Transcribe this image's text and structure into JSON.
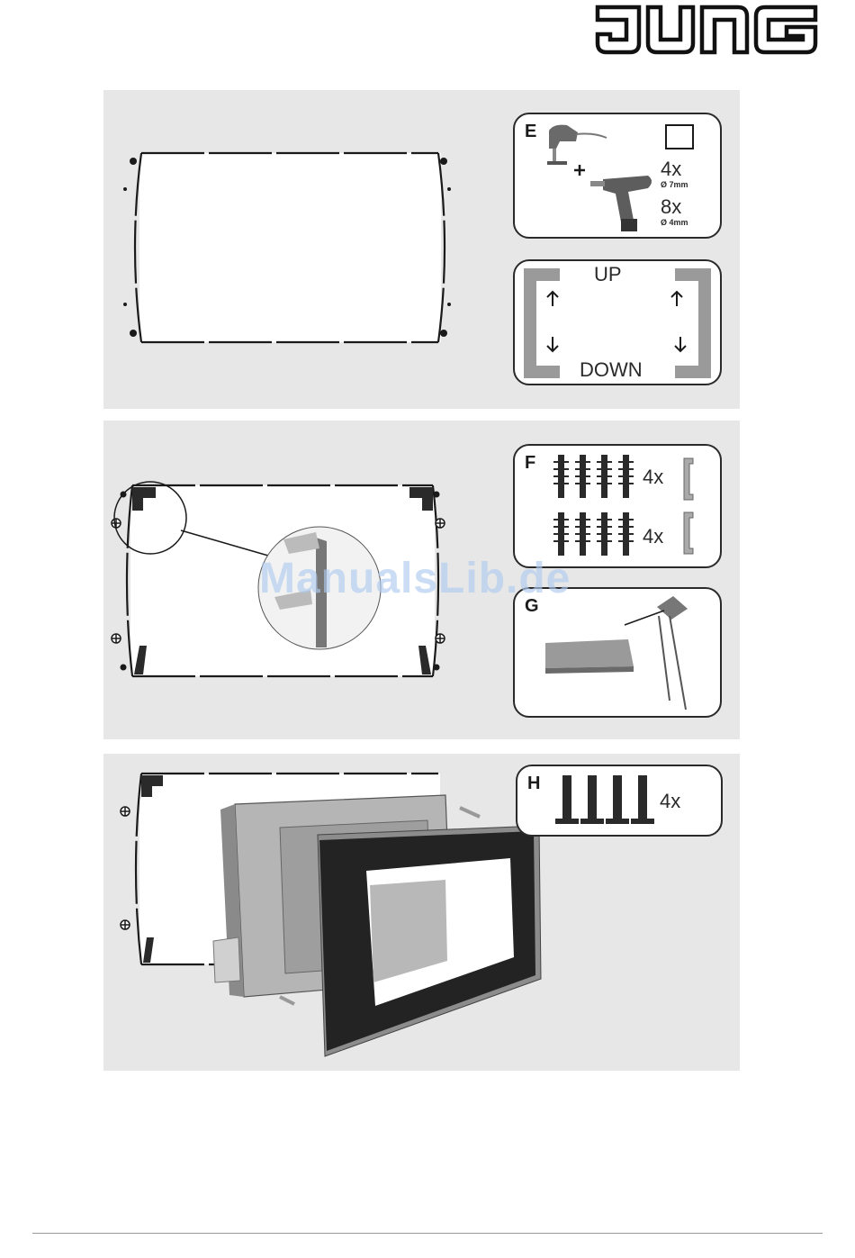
{
  "brand": {
    "logo_text": "JUNG"
  },
  "step_e": {
    "letter": "E",
    "drill_small_count": "4x",
    "drill_small_size": "Ø 7mm",
    "drill_large_count": "8x",
    "drill_large_size": "Ø 4mm",
    "orient_up": "UP",
    "orient_down": "DOWN"
  },
  "step_f": {
    "letter": "F",
    "row1_count": "4x",
    "row2_count": "4x"
  },
  "step_g": {
    "letter": "G"
  },
  "step_h": {
    "letter": "H",
    "count": "4x"
  },
  "watermark": "ManualsLib.de",
  "colors": {
    "panel_bg": "#e7e7e7",
    "line": "#1a1a1a",
    "frame_gray": "#9a9a9a",
    "watermark": "#adcbee"
  }
}
